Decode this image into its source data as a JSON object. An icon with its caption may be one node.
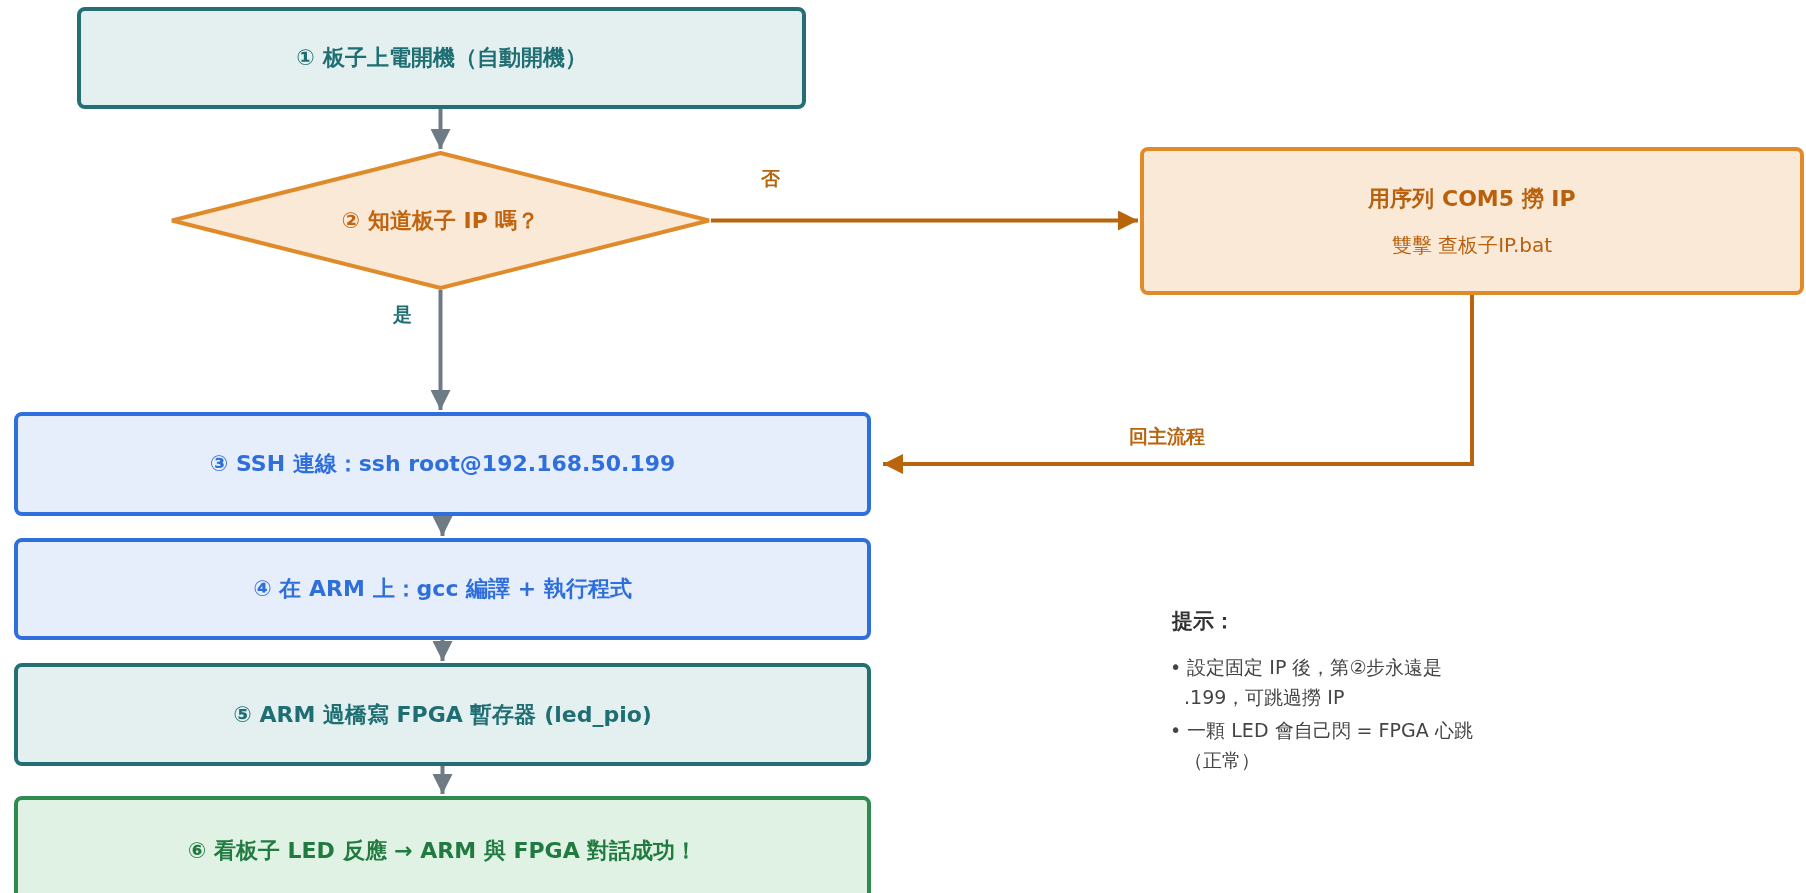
{
  "diagram": {
    "nodes": [
      {
        "text": [
          "① 板子上電開機（自動開機）"
        ]
      },
      {
        "text": [
          "② 知道板子 IP 嗎？"
        ]
      },
      {
        "text": [
          "用序列 COM5 撈 IP",
          "雙擊 查板子IP.bat"
        ]
      },
      {
        "text": [
          "③ SSH 連線：ssh root@192.168.50.199"
        ]
      },
      {
        "text": [
          "④ 在 ARM 上：gcc 編譯 + 執行程式"
        ]
      },
      {
        "text": [
          "⑤ ARM 過橋寫 FPGA 暫存器 (led_pio)"
        ]
      },
      {
        "text": [
          "⑥ 看板子 LED 反應 → ARM 與 FPGA 對話成功！"
        ]
      }
    ],
    "edges": [
      {
        "from": 0,
        "to": 1,
        "arrow": "to"
      },
      {
        "from": 1,
        "to": 2,
        "arrow": "to",
        "label": "否",
        "color": "#b8650d"
      },
      {
        "from": 1,
        "to": 3,
        "arrow": "to",
        "label": "是"
      },
      {
        "from": 2,
        "to": 3,
        "arrow": "to",
        "label": "回主流程",
        "color": "#b8650d"
      },
      {
        "from": 3,
        "to": 4,
        "arrow": "to"
      },
      {
        "from": 4,
        "to": 5,
        "arrow": "to"
      },
      {
        "from": 5,
        "to": 6,
        "arrow": "to"
      }
    ],
    "labels": [
      "提示：",
      "• 設定固定 IP 後，第②步永遠是 .199，可跳過撈 IP",
      "• 一顆 LED 會自己閃 = FPGA 心跳（正常）"
    ]
  }
}
